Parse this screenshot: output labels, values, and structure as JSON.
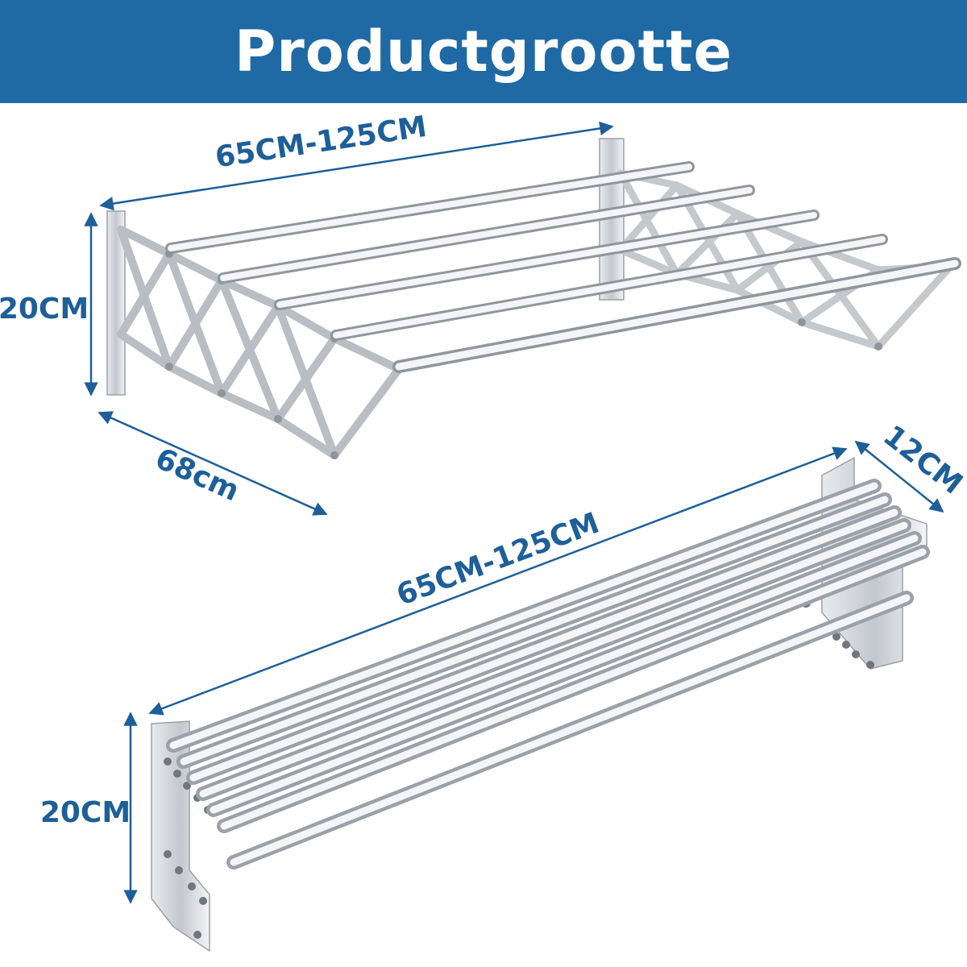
{
  "header": {
    "title": "Productgrootte"
  },
  "dimensions": {
    "top_length": "65CM-125CM",
    "top_height": "20CM",
    "top_depth": "68cm",
    "bottom_depth": "12CM",
    "bottom_length": "65CM-125CM",
    "bottom_height": "20CM"
  },
  "colors": {
    "banner": "#1f6aa5",
    "dimension_text": "#1d5f99",
    "metal": "#c8ccd1"
  }
}
